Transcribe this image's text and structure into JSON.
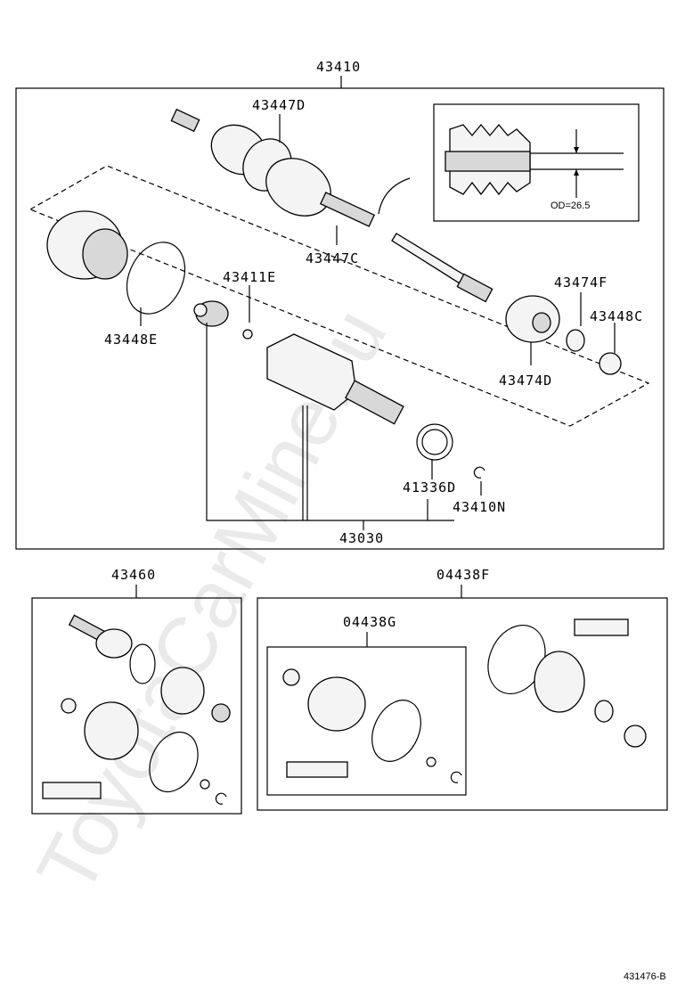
{
  "watermark": "ToyotaCarMine.ru",
  "figure_id": "431476-B",
  "inset_label": "OD=26.5",
  "groups": {
    "main": "43410",
    "sub_bottom": "43030",
    "kit_left": "43460",
    "kit_right": "04438F",
    "kit_inner": "04438G"
  },
  "labels": {
    "p43447D": "43447D",
    "p43447C": "43447C",
    "p43448E": "43448E",
    "p43411E": "43411E",
    "p43474F": "43474F",
    "p43448C": "43448C",
    "p43474D": "43474D",
    "p41336D": "41336D",
    "p43410N": "43410N"
  }
}
